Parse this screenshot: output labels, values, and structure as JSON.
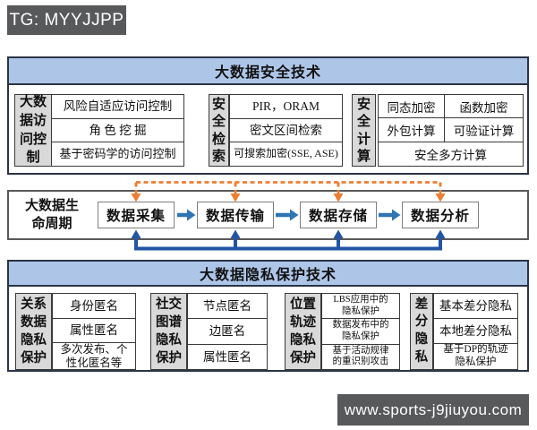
{
  "watermarks": {
    "tg_badge": "TG: MYYJJPP",
    "site_badge": "www.sports-j9jiuyou.com"
  },
  "security": {
    "title": "大数据安全技术",
    "access_control": {
      "label": "大数据访问控制",
      "rows": [
        "风险自适应访问控制",
        "角 色 挖 掘",
        "基于密码学的访问控制"
      ]
    },
    "secure_search": {
      "label": "安全检索",
      "rows": [
        "PIR，ORAM",
        "密文区间检索",
        "可搜索加密(SSE, ASE)"
      ]
    },
    "secure_compute": {
      "label": "安全计算",
      "cells": [
        "同态加密",
        "函数加密",
        "外包计算",
        "可验证计算",
        "安全多方计算"
      ]
    }
  },
  "lifecycle": {
    "label": "大数据生命周期",
    "stages": [
      "数据采集",
      "数据传输",
      "数据存储",
      "数据分析"
    ]
  },
  "privacy": {
    "title": "大数据隐私保护技术",
    "relational": {
      "label": "关系数据隐私保护",
      "rows": [
        "身份匿名",
        "属性匿名",
        "多次发布、个性化匿名等"
      ]
    },
    "social_graph": {
      "label": "社交图谱隐私保护",
      "rows": [
        "节点匿名",
        "边匿名",
        "属性匿名"
      ]
    },
    "location": {
      "label": "位置轨迹隐私保护",
      "rows": [
        "LBS应用中的隐私保护",
        "数据发布中的隐私保护",
        "基于活动规律的重识别攻击"
      ]
    },
    "differential": {
      "label": "差分隐私",
      "rows": [
        "基本差分隐私",
        "本地差分隐私",
        "基于DP的轨迹隐私保护"
      ]
    }
  },
  "colors": {
    "badge_gray": "#58595b",
    "header_blue": "#adc6e8",
    "outline_navy": "#2b3446",
    "label_gray": "#d9d9d9",
    "accent_orange": "#ed7d31",
    "flow_blue": "#2e75b6",
    "return_blue": "#2255a4"
  }
}
